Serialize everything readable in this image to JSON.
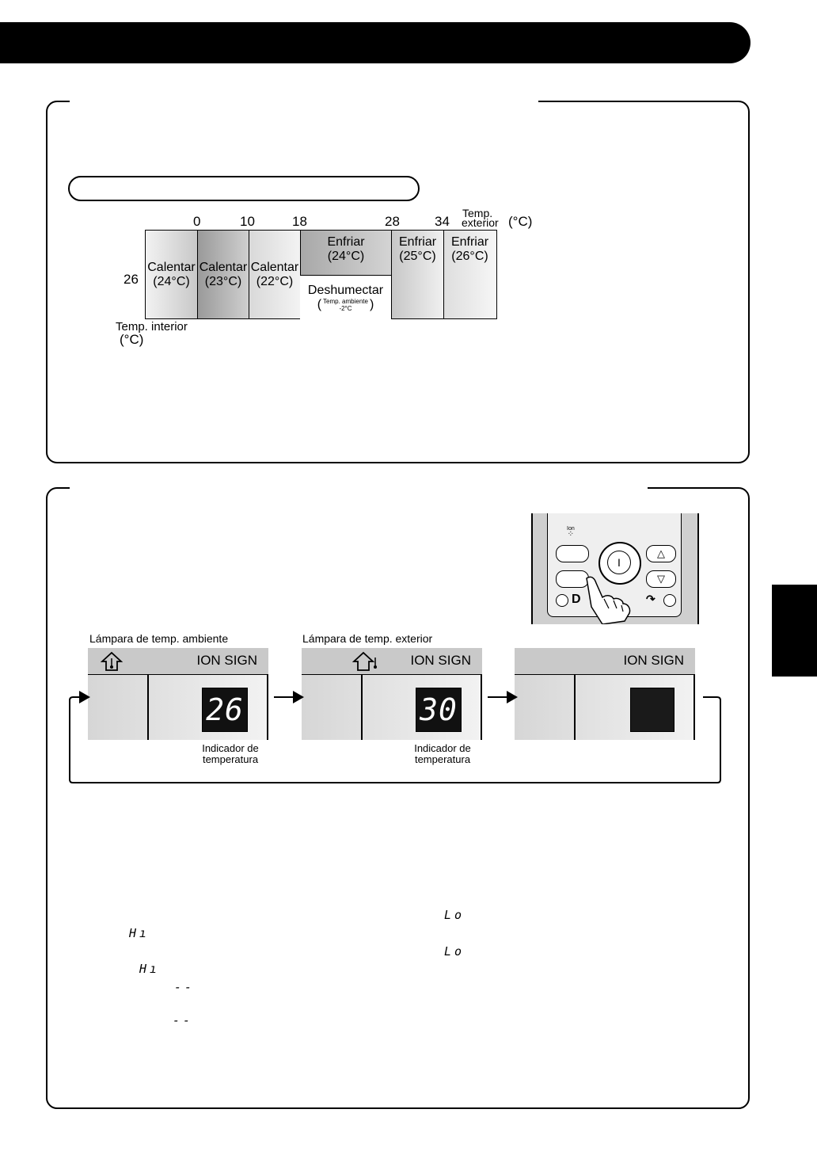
{
  "chart": {
    "outdoor_ticks": [
      "0",
      "10",
      "18",
      "28",
      "34"
    ],
    "outdoor_label_l1": "Temp.",
    "outdoor_label_l2": "exterior",
    "outdoor_unit": "(°C)",
    "indoor_value": "26",
    "indoor_label": "Temp. interior",
    "indoor_unit": "(°C)",
    "modes": [
      {
        "name": "Calentar",
        "temp": "(24°C)"
      },
      {
        "name": "Calentar",
        "temp": "(23°C)"
      },
      {
        "name": "Calentar",
        "temp": "(22°C)"
      },
      {
        "name": "Enfriar",
        "temp": "(24°C)"
      },
      {
        "name": "Enfriar",
        "temp": "(25°C)"
      },
      {
        "name": "Enfriar",
        "temp": "(26°C)"
      }
    ],
    "dry": {
      "name": "Deshumectar",
      "paren_open": "(",
      "note_l1": "Temp. ambiente",
      "note_l2": "-2°C",
      "paren_close": ")"
    }
  },
  "remote": {
    "ion_label": "Ion",
    "d_label": "D"
  },
  "displays": [
    {
      "lamp_label": "Lámpara de temp. ambiente",
      "ion_sign": "ION SIGN",
      "value": "26",
      "indicator_l1": "Indicador de",
      "indicator_l2": "temperatura",
      "icon": "house-indoor-thermometer-icon"
    },
    {
      "lamp_label": "Lámpara de temp. exterior",
      "ion_sign": "ION SIGN",
      "value": "30",
      "indicator_l1": "Indicador de",
      "indicator_l2": "temperatura",
      "icon": "house-outdoor-thermometer-icon"
    },
    {
      "ion_sign": "ION SIGN",
      "value": ""
    }
  ],
  "lcd_codes": [
    "Lo",
    "Hı",
    "Lo",
    "Hı",
    "--",
    "--"
  ]
}
